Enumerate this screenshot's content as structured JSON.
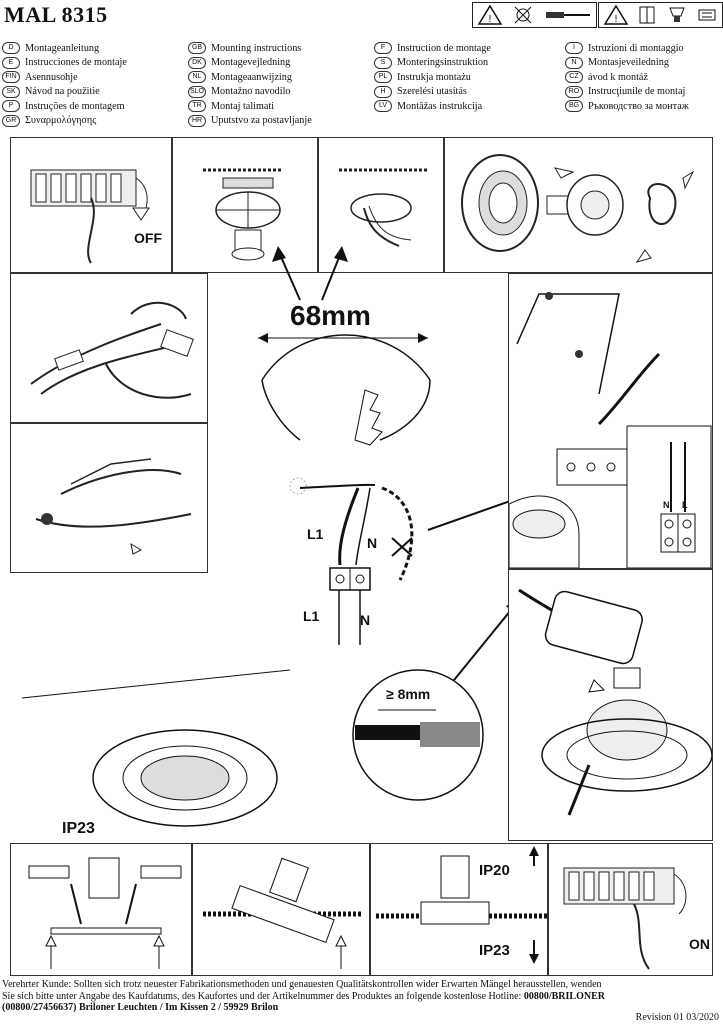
{
  "header": {
    "title": "MAL 8315"
  },
  "languages": [
    {
      "code": "D",
      "text": "Montageanleitung"
    },
    {
      "code": "GB",
      "text": "Mounting instructions"
    },
    {
      "code": "F",
      "text": "Instruction de montage"
    },
    {
      "code": "I",
      "text": "Istruzioni di montaggio"
    },
    {
      "code": "E",
      "text": "Instrucciones de montaje"
    },
    {
      "code": "DK",
      "text": "Montagevejledning"
    },
    {
      "code": "S",
      "text": "Monteringsinstruktion"
    },
    {
      "code": "N",
      "text": "Montasjeveiledning"
    },
    {
      "code": "FIN",
      "text": "Asennusohje"
    },
    {
      "code": "NL",
      "text": "Montageaanwijzing"
    },
    {
      "code": "PL",
      "text": "Instrukja montażu"
    },
    {
      "code": "CZ",
      "text": "ávod k montáž"
    },
    {
      "code": "SK",
      "text": "Návod na použitie"
    },
    {
      "code": "SLO",
      "text": "Montažno navodilo"
    },
    {
      "code": "H",
      "text": "Szerelési utasítás"
    },
    {
      "code": "RO",
      "text": "Instrucţiunile de montaj"
    },
    {
      "code": "P",
      "text": "Instruções de montagem"
    },
    {
      "code": "TR",
      "text": "Montaj talimati"
    },
    {
      "code": "LV",
      "text": "Montāžas instrukcija"
    },
    {
      "code": "BG",
      "text": "Ръководство за монтаж"
    },
    {
      "code": "GR",
      "text": "Συναρμολόγησης"
    },
    {
      "code": "HR",
      "text": "Uputstvo za postavljanje"
    }
  ],
  "steps": {
    "off_label": "OFF",
    "hole_size": "68mm",
    "l1": "L1",
    "n": "N",
    "l1_bottom": "L1",
    "n_bottom": "N",
    "terminal_n": "N",
    "terminal_l": "L",
    "clearance": "≥ 8mm",
    "ip_rating_main": "IP23",
    "ip_up": "IP20",
    "ip_down": "IP23",
    "on_label": "ON"
  },
  "footer": {
    "line1": "Verehrter Kunde: Sollten sich trotz neuester Fabrikationsmethoden und genauesten Qualitätskontrollen wider Erwarten Mängel herausstellen, wenden",
    "line2": "Sie sich bitte unter Angabe des Kaufdatums, des Kaufortes und der Artikelnummer des Produktes an folgende kostenlose Hotline:",
    "hotline": "00800/BRILONER",
    "line3": "(00800/27456637) Briloner Leuchten / Im Kissen 2 / 59929 Brilon",
    "revision": "Revision 01  03/2020"
  },
  "icons": [
    "warning-triangle-icon",
    "no-dimmer-icon",
    "screwdriver-icon",
    "warning-triangle-icon",
    "read-manual-icon",
    "disconnect-icon"
  ]
}
